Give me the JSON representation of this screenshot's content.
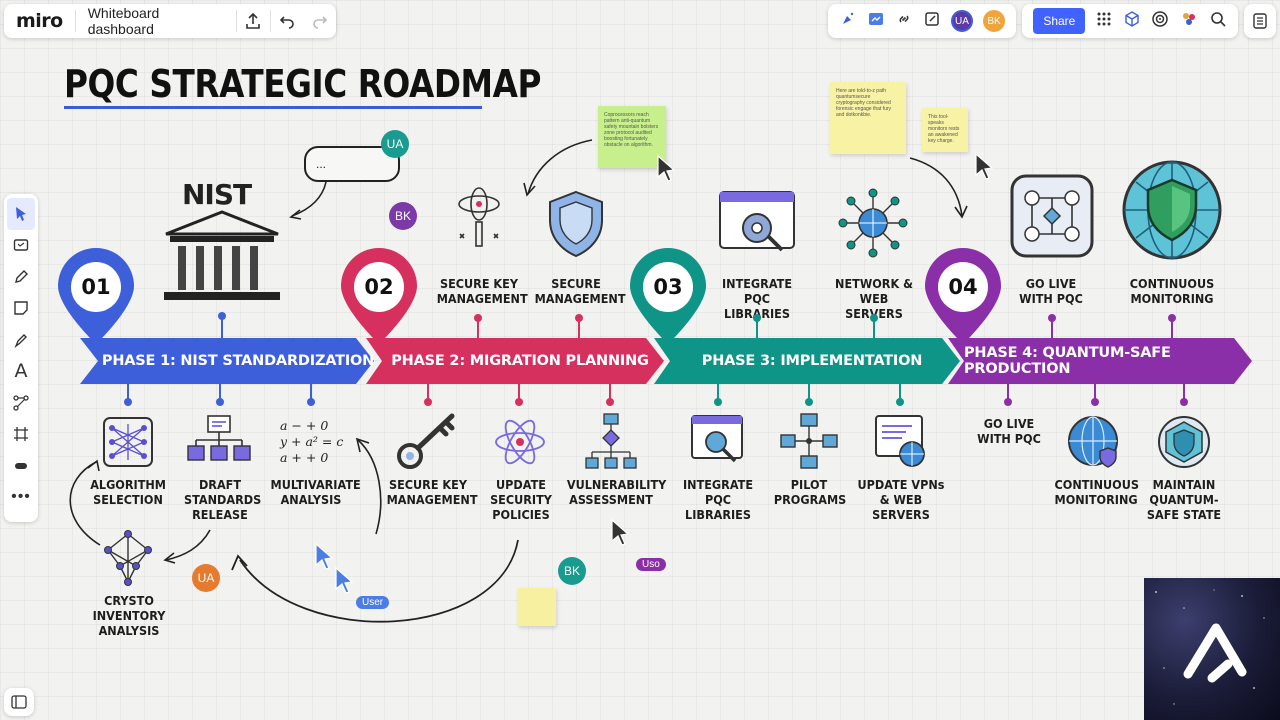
{
  "app": {
    "logo": "miro",
    "board_title": "Whiteboard dashboard"
  },
  "toolbar": {
    "share_label": "Share",
    "collaborators": [
      "UA",
      "BK"
    ]
  },
  "board": {
    "title": "PQC STRATEGIC ROADMAP",
    "phases": [
      {
        "number": "01",
        "label": "PHASE 1: NIST STANDARDIZATION",
        "color": "#3d5fd9",
        "above": [
          {
            "text": "NIST"
          }
        ],
        "below": [
          {
            "text": "ALGORITHM SELECTION"
          },
          {
            "text": "DRAFT STANDARDS RELEASE"
          },
          {
            "text": "MULTIVARIATE ANALYSIS"
          }
        ],
        "extra": {
          "text": "CRYSTO INVENTORY ANALYSIS"
        }
      },
      {
        "number": "02",
        "label": "PHASE 2: MIGRATION PLANNING",
        "color": "#d6305f",
        "above": [
          {
            "text": "SECURE KEY MANAGEMENT"
          },
          {
            "text": "SECURE MANAGEMENT"
          }
        ],
        "below": [
          {
            "text": "SECURE KEY MANAGEMENT"
          },
          {
            "text": "UPDATE SECURITY POLICIES"
          },
          {
            "text": "VULNERABILITY ASSESSMENT"
          }
        ]
      },
      {
        "number": "03",
        "label": "PHASE 3: IMPLEMENTATION",
        "color": "#0f9488",
        "above": [
          {
            "text": "INTEGRATE PQC LIBRARIES"
          },
          {
            "text": "NETWORK & WEB SERVERS"
          }
        ],
        "below": [
          {
            "text": "INTEGRATE PQC LIBRARIES"
          },
          {
            "text": "PILOT PROGRAMS"
          },
          {
            "text": "UPDATE VPNs & WEB SERVERS"
          }
        ]
      },
      {
        "number": "04",
        "label": "PHASE 4: QUANTUM-SAFE PRODUCTION",
        "color": "#8a2fa8",
        "above": [
          {
            "text": "GO LIVE WITH PQC"
          },
          {
            "text": "CONTINUOUS MONITORING"
          }
        ],
        "below": [
          {
            "text": "GO LIVE WITH PQC"
          },
          {
            "text": "CONTINUOUS MONITORING"
          },
          {
            "text": "MAINTAIN QUANTUM-SAFE STATE"
          }
        ]
      }
    ],
    "math_lines": [
      "a − + 0",
      "y + a² = c",
      "a + + 0"
    ],
    "sticky_notes": [
      {
        "text": "Coprocessors reach pattern anti-quantum safety mountain bolsters zone protocol audited boosting fortunately obstacle on algorithm.",
        "color": "#c7ef8c"
      },
      {
        "text": "Here are told-to-z path quantumsecure cryptography considered forensic engage that fury and dotkonkbie.",
        "color": "#f7f2a4"
      },
      {
        "text": "This tool-speaks monitors rests an awakened key charge.",
        "color": "#f7f2a4"
      },
      {
        "text": "",
        "color": "#f7f0a0"
      }
    ],
    "speech_bubble": "...",
    "cursor_tags": [
      "User",
      "Uso"
    ],
    "avatars": [
      "UA",
      "BK",
      "UA",
      "BK"
    ]
  }
}
